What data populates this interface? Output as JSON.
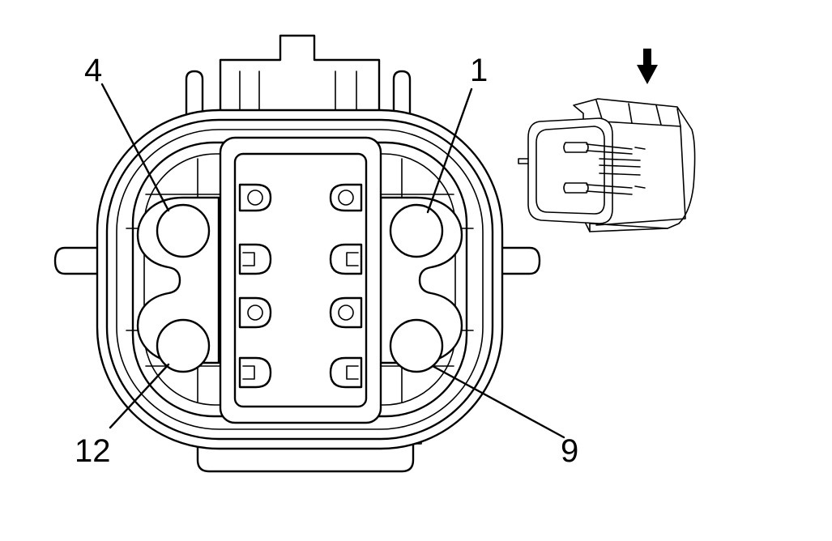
{
  "callouts": {
    "pin_top_left": "4",
    "pin_top_right": "1",
    "pin_bottom_left": "12",
    "pin_bottom_right": "9"
  },
  "icons": {
    "view_direction": "down-arrow-icon",
    "inset": "connector-perspective-icon"
  },
  "colors": {
    "line": "#000000",
    "background": "#ffffff"
  }
}
